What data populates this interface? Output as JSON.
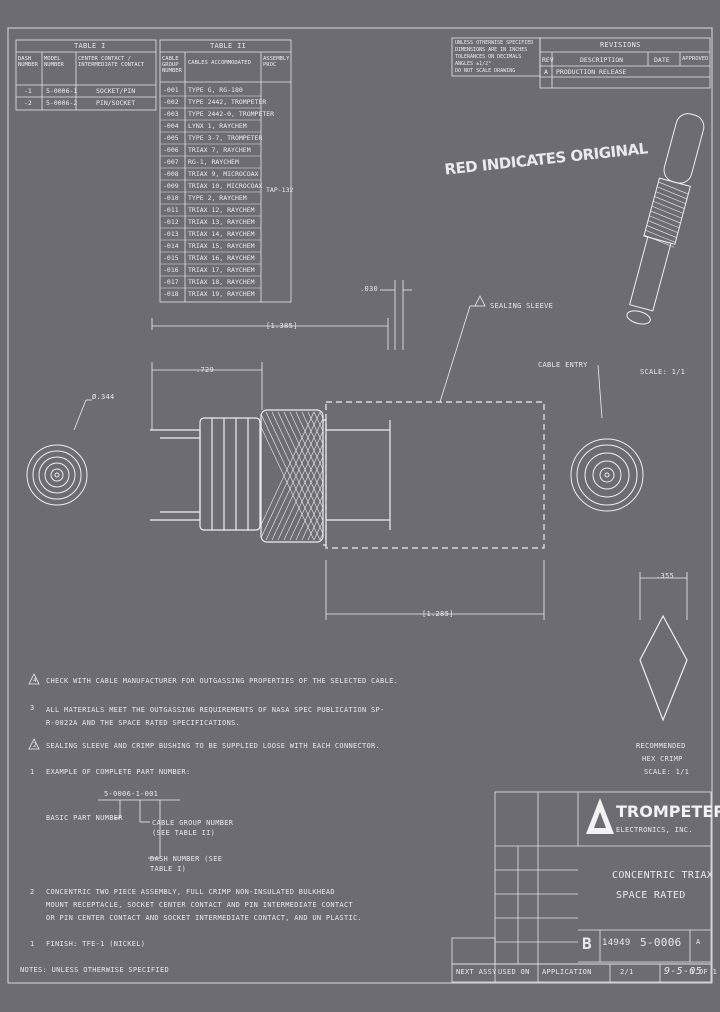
{
  "table_i": {
    "title": "TABLE I",
    "headers": [
      "DASH NUMBER",
      "MODEL NUMBER",
      "CENTER CONTACT / INTERMEDIATE CONTACT"
    ],
    "rows": [
      [
        "-1",
        "5-0006-1",
        "SOCKET/PIN"
      ],
      [
        "-2",
        "5-0006-2",
        "PIN/SOCKET"
      ]
    ]
  },
  "table_ii": {
    "title": "TABLE II",
    "headers": [
      "CABLE GROUP NUMBER",
      "CABLES ACCOMMODATED",
      "ASSEMBLY PROC"
    ],
    "rows": [
      "TYPE G, RG-180",
      "TYPE 2442, TROMPETER",
      "TYPE 2442-0, TROMPETER",
      "LYNX 1, RAYCHEM",
      "TYPE 3-7, TROMPETER",
      "TRIAX 7, RAYCHEM",
      "RG-1, RAYCHEM",
      "TRIAX 9, MICROCOAX",
      "TRIAX 10, MICROCOAX",
      "TYPE 2, RAYCHEM",
      "TRIAX 12, RAYCHEM",
      "TRIAX 13, RAYCHEM",
      "TRIAX 14, RAYCHEM",
      "TRIAX 15, RAYCHEM",
      "TRIAX 16, RAYCHEM",
      "TRIAX 17, RAYCHEM",
      "TRIAX 18, RAYCHEM",
      "TRIAX 19, RAYCHEM"
    ],
    "ids": [
      "-001",
      "-002",
      "-003",
      "-004",
      "-005",
      "-006",
      "-007",
      "-008",
      "-009",
      "-010",
      "-011",
      "-012",
      "-013",
      "-014",
      "-015",
      "-016",
      "-017",
      "-018"
    ],
    "proc": "TAP-132"
  },
  "header_note": [
    "UNLESS OTHERWISE SPECIFIED",
    "DIMENSIONS ARE IN INCHES",
    "TOLERANCES ON DECIMALS",
    "ANGLES ±1/2°",
    "DO NOT SCALE DRAWING"
  ],
  "revisions": {
    "title": "REVISIONS",
    "headers": [
      "REV",
      "DESCRIPTION",
      "DATE",
      "APPROVED"
    ],
    "row": [
      "A",
      "PRODUCTION RELEASE",
      "",
      ""
    ]
  },
  "stamp": "RED INDICATES ORIGINAL",
  "dimensions": {
    "d030": ".030",
    "d1385": "[1.385]",
    "d729": ".729",
    "d344": "Ø.344",
    "d1285": "[1.285]",
    "d355": ".355"
  },
  "callouts": {
    "sealing": "SEALING SLEEVE",
    "cable_entry": "CABLE ENTRY",
    "scale_iso": "SCALE: 1/1",
    "recommended": [
      "RECOMMENDED",
      "HEX CRIMP",
      "SCALE: 1/1"
    ]
  },
  "notes": [
    "CHECK WITH CABLE MANUFACTURER FOR OUTGASSING PROPERTIES OF THE SELECTED CABLE.",
    "ALL MATERIALS MEET THE OUTGASSING REQUIREMENTS OF NASA SPEC PUBLICATION SP-R-0022A AND THE SPACE RATED SPECIFICATIONS.",
    "SEALING SLEEVE AND CRIMP BUSHING TO BE SUPPLIED LOOSE WITH EACH CONNECTOR.",
    "EXAMPLE OF COMPLETE PART NUMBER:"
  ],
  "note_numbers": [
    "4",
    "3",
    "2",
    "1"
  ],
  "part_example": "5-0006-1-001",
  "part_labels": [
    "BASIC PART NUMBER",
    "CABLE GROUP NUMBER (SEE TABLE II)",
    "DASH NUMBER (SEE TABLE I)"
  ],
  "note2": [
    "CONCENTRIC TWO PIECE ASSEMBLY, FULL CRIMP NON-INSULATED BULKHEAD",
    "MOUNT RECEPTACLE, SOCKET CENTER CONTACT AND PIN INTERMEDIATE CONTACT",
    "OR PIN CENTER CONTACT AND SOCKET INTERMEDIATE CONTACT, AND UN PLASTIC."
  ],
  "note1": "FINISH: TFE-1 (NICKEL)",
  "notes_footer": "NOTES: UNLESS OTHERWISE SPECIFIED",
  "title_block": {
    "company": "TROMPETER",
    "sub": "ELECTRONICS, INC.",
    "title": [
      "CONCENTRIC TRIAX",
      "SPACE RATED"
    ],
    "size": "B",
    "cage": "14949",
    "dwg_no": "5-0006",
    "rev": "A",
    "scale": "2/1",
    "sheet": "1 OF 1",
    "date": "9-5-05",
    "next_assy": "NEXT ASSY",
    "used_on": "USED ON",
    "application": "APPLICATION"
  }
}
